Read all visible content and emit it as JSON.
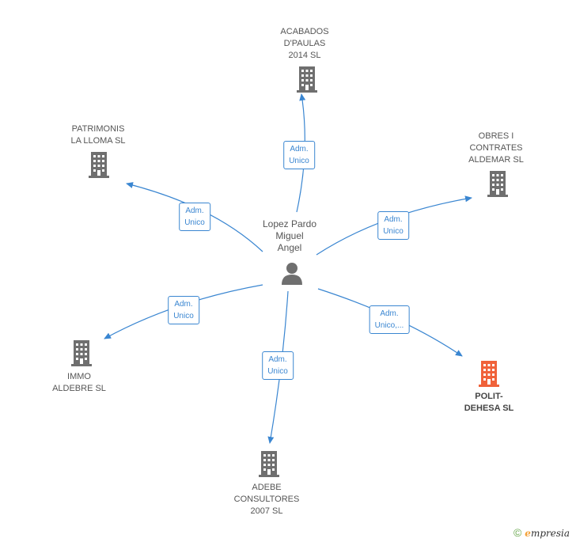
{
  "center": {
    "label": "Lopez Pardo\nMiguel\nAngel"
  },
  "nodes": [
    {
      "id": "acabados",
      "label": "ACABADOS\nD'PAULAS\n2014  SL",
      "highlight": false
    },
    {
      "id": "obres",
      "label": "OBRES I\nCONTRATES\nALDEMAR SL",
      "highlight": false
    },
    {
      "id": "polit",
      "label": "POLIT-\nDEHESA SL",
      "highlight": true
    },
    {
      "id": "adebe",
      "label": "ADEBE\nCONSULTORES\n2007 SL",
      "highlight": false
    },
    {
      "id": "immo",
      "label": "IMMO\nALDEBRE SL",
      "highlight": false
    },
    {
      "id": "patrimonis",
      "label": "PATRIMONIS\nLA LLOMA  SL",
      "highlight": false
    }
  ],
  "edges": [
    {
      "to": "acabados",
      "label": "Adm.\nUnico"
    },
    {
      "to": "obres",
      "label": "Adm.\nUnico"
    },
    {
      "to": "polit",
      "label": "Adm.\nUnico,..."
    },
    {
      "to": "adebe",
      "label": "Adm.\nUnico"
    },
    {
      "to": "immo",
      "label": "Adm.\nUnico"
    },
    {
      "to": "patrimonis",
      "label": "Adm.\nUnico"
    }
  ],
  "colors": {
    "edge": "#3a86d1",
    "building": "#6f6f6f",
    "building_highlight": "#f0623a",
    "person": "#6f6f6f"
  },
  "footer": {
    "copyright": "©",
    "brand_initial": "e",
    "brand_rest": "mpresia"
  }
}
